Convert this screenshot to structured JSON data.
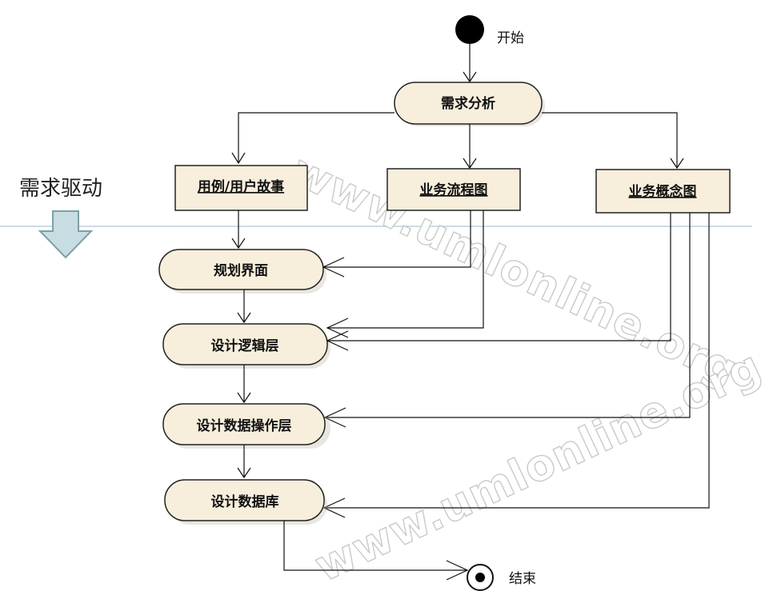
{
  "start_label": "开始",
  "end_label": "结束",
  "drive": {
    "label": "需求驱动",
    "arrow_color": "#c7dde2",
    "line_color": "#a9c9d2"
  },
  "nodes": {
    "requirements_analysis": "需求分析",
    "use_case_user_story": "用例/用户故事",
    "business_flow_chart": "业务流程图",
    "business_concept_diagram": "业务概念图",
    "plan_interface": "规划界面",
    "design_logic_layer": "设计逻辑层",
    "design_data_operation_layer": "设计数据操作层",
    "design_database": "设计数据库"
  },
  "watermarks": [
    "www.umlonline.org",
    "www.umlonline.org"
  ],
  "colors": {
    "node_fill": "#f7eedc",
    "node_border": "#222222",
    "line": "#111111"
  }
}
